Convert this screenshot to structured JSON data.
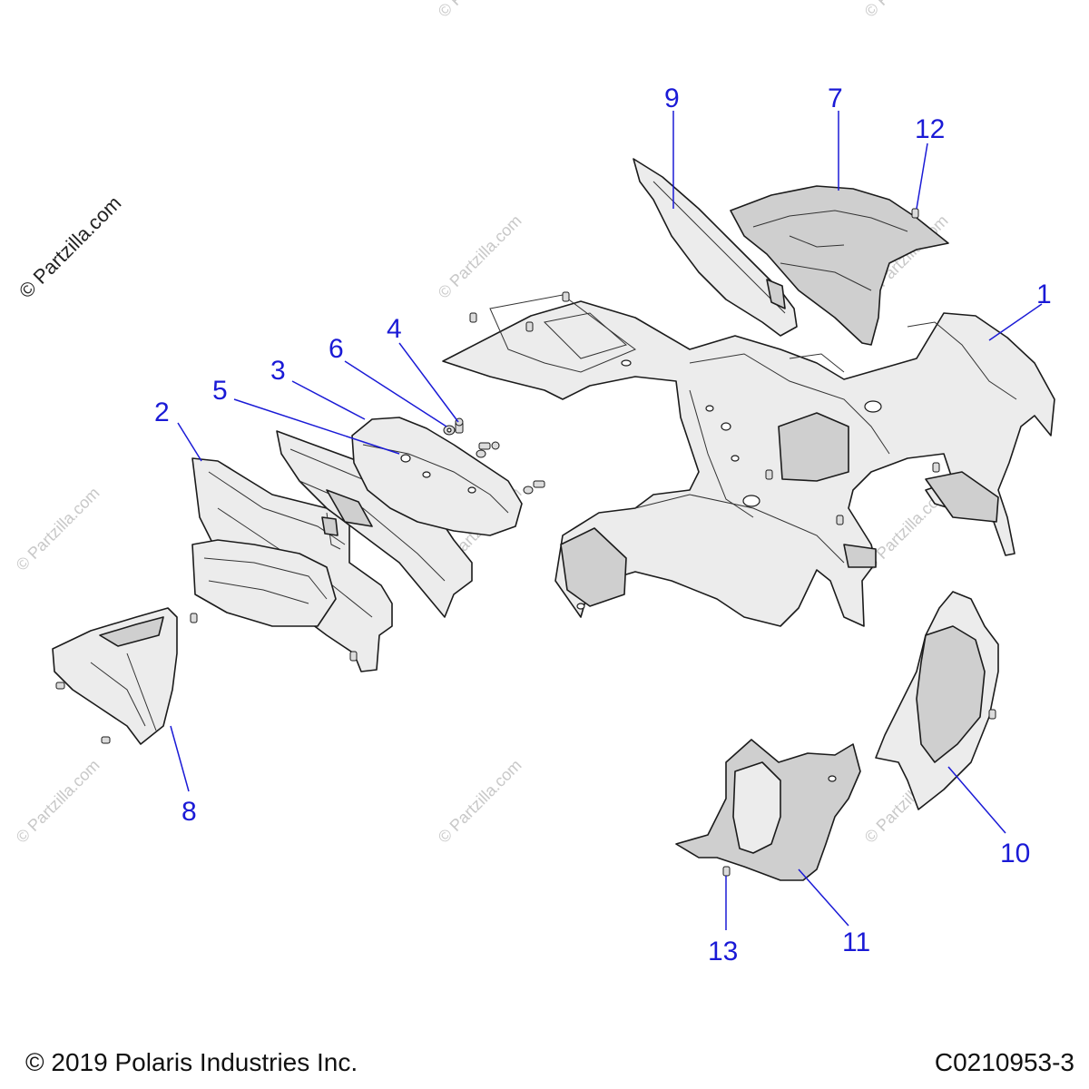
{
  "watermark": {
    "side_text": "© Partzilla.com",
    "tile_text": "© Partzilla.com"
  },
  "callouts": [
    "1",
    "2",
    "3",
    "4",
    "5",
    "6",
    "7",
    "8",
    "9",
    "10",
    "11",
    "12",
    "13"
  ],
  "footer": {
    "copyright": "© 2019 Polaris Industries Inc.",
    "diagram_code": "C0210953-3"
  },
  "colors": {
    "callout": "#1a1ad6",
    "part_fill": "#ececec",
    "line": "#1b1b1b"
  }
}
